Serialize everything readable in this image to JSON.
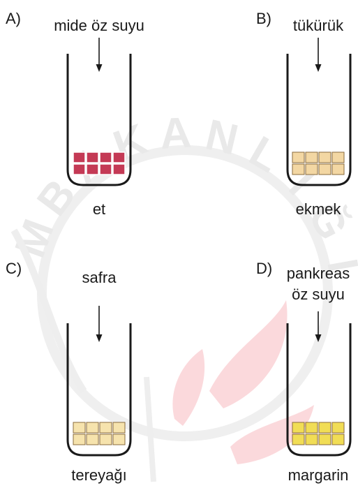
{
  "watermark": {
    "arc_letters": [
      "M",
      "B",
      "A",
      "K",
      "A",
      "N",
      "L",
      "I",
      "Ğ",
      "I"
    ],
    "colors": {
      "gray": "#e6e6e6",
      "red": "#fbd9dc"
    },
    "shape": "leaf-logo"
  },
  "panels": [
    {
      "option": "A)",
      "solution_lines": [
        "mide öz suyu"
      ],
      "substance": "et",
      "block_color": "#c43a55",
      "block_border": "#ffffff"
    },
    {
      "option": "B)",
      "solution_lines": [
        "tükürük"
      ],
      "substance": "ekmek",
      "block_color": "#f3d7a3",
      "block_border": "#8a6b3d"
    },
    {
      "option": "C)",
      "solution_lines": [
        "safra"
      ],
      "substance": "tereyağı",
      "block_color": "#f6e3ad",
      "block_border": "#8a6b3d"
    },
    {
      "option": "D)",
      "solution_lines": [
        "pankreas",
        "öz suyu"
      ],
      "substance": "margarin",
      "block_color": "#f1dd55",
      "block_border": "#8a6b3d"
    }
  ]
}
